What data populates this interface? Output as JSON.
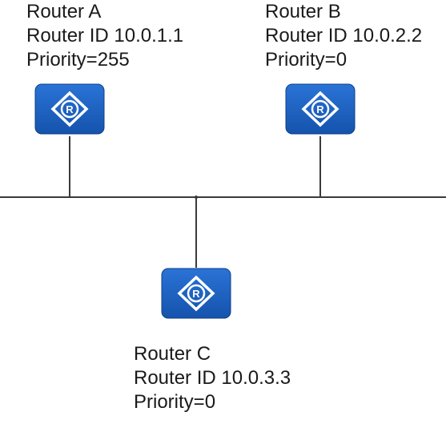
{
  "routers": [
    {
      "name": "Router A",
      "router_id": "Router ID 10.0.1.1",
      "priority": "Priority=255"
    },
    {
      "name": "Router B",
      "router_id": "Router ID 10.0.2.2",
      "priority": "Priority=0"
    },
    {
      "name": "Router C",
      "router_id": "Router ID 10.0.3.3",
      "priority": "Priority=0"
    }
  ],
  "icon": {
    "name": "router-icon",
    "glyph": "R",
    "fill_color": "#1b5fbf",
    "edge_color": "#0f3f87",
    "symbol_color": "#ffffff"
  },
  "colors": {
    "line": "#3a3a3a",
    "text": "#1a1a1a",
    "background": "#ffffff"
  }
}
